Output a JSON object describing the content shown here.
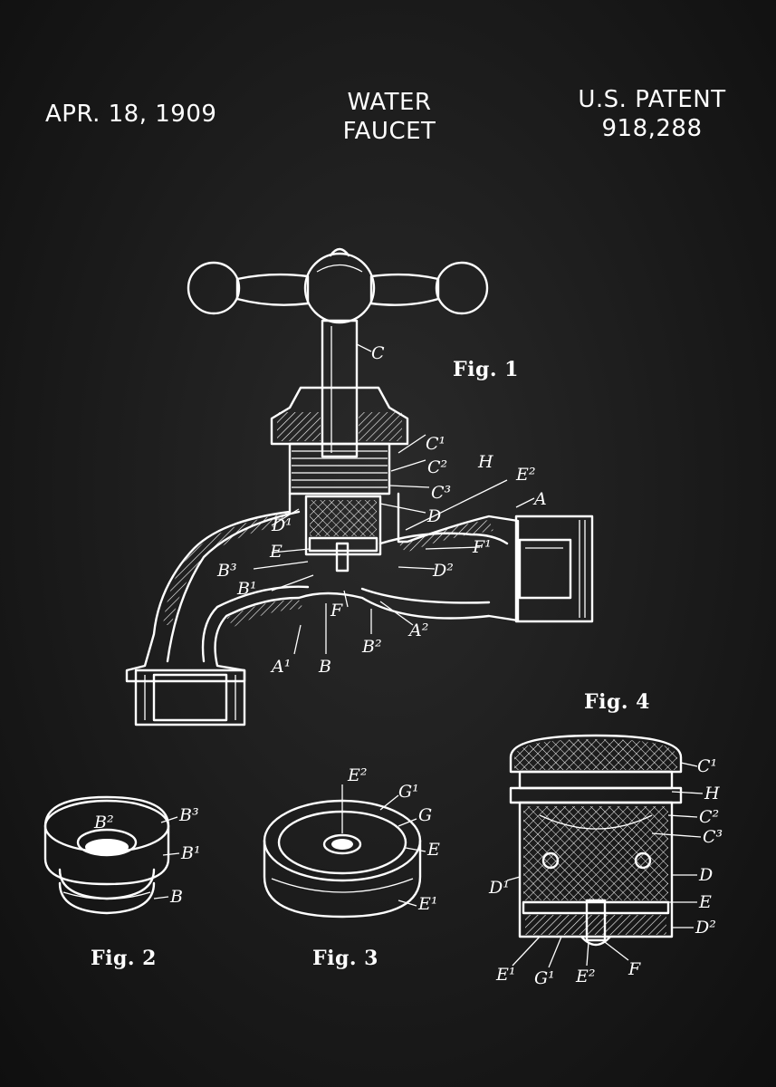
{
  "header": {
    "date": "APR. 18, 1909",
    "title_line1": "WATER",
    "title_line2": "FAUCET",
    "patent_line1": "U.S. PATENT",
    "patent_line2": "918,288"
  },
  "figures": {
    "fig1": "Fig. 1",
    "fig2": "Fig. 2",
    "fig3": "Fig. 3",
    "fig4": "Fig. 4"
  },
  "colors": {
    "background": "#1b1b1b",
    "ink": "#ffffff"
  }
}
